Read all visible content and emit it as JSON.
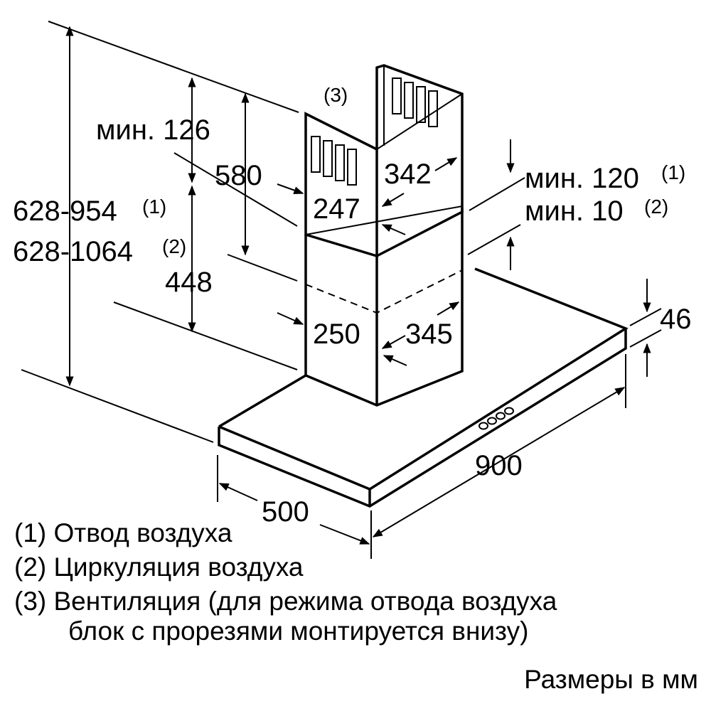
{
  "dimensions": {
    "min126": "мин. 126",
    "h580": "580",
    "h448": "448",
    "total1": "628-954",
    "total1_ref": "(1)",
    "total2": "628-1064",
    "total2_ref": "(2)",
    "d247": "247",
    "d342": "342",
    "d250": "250",
    "d345": "345",
    "min120": "мин. 120",
    "min120_ref": "(1)",
    "min10": "мин. 10",
    "min10_ref": "(2)",
    "h46": "46",
    "w900": "900",
    "d500": "500",
    "vent_ref": "(3)"
  },
  "legend": [
    "(1) Отвод воздуха",
    "(2) Циркуляция воздуха",
    "(3) Вентиляция (для режима отвода воздуха",
    "блок с прорезями монтируется внизу)"
  ],
  "units_note": "Размеры в мм"
}
